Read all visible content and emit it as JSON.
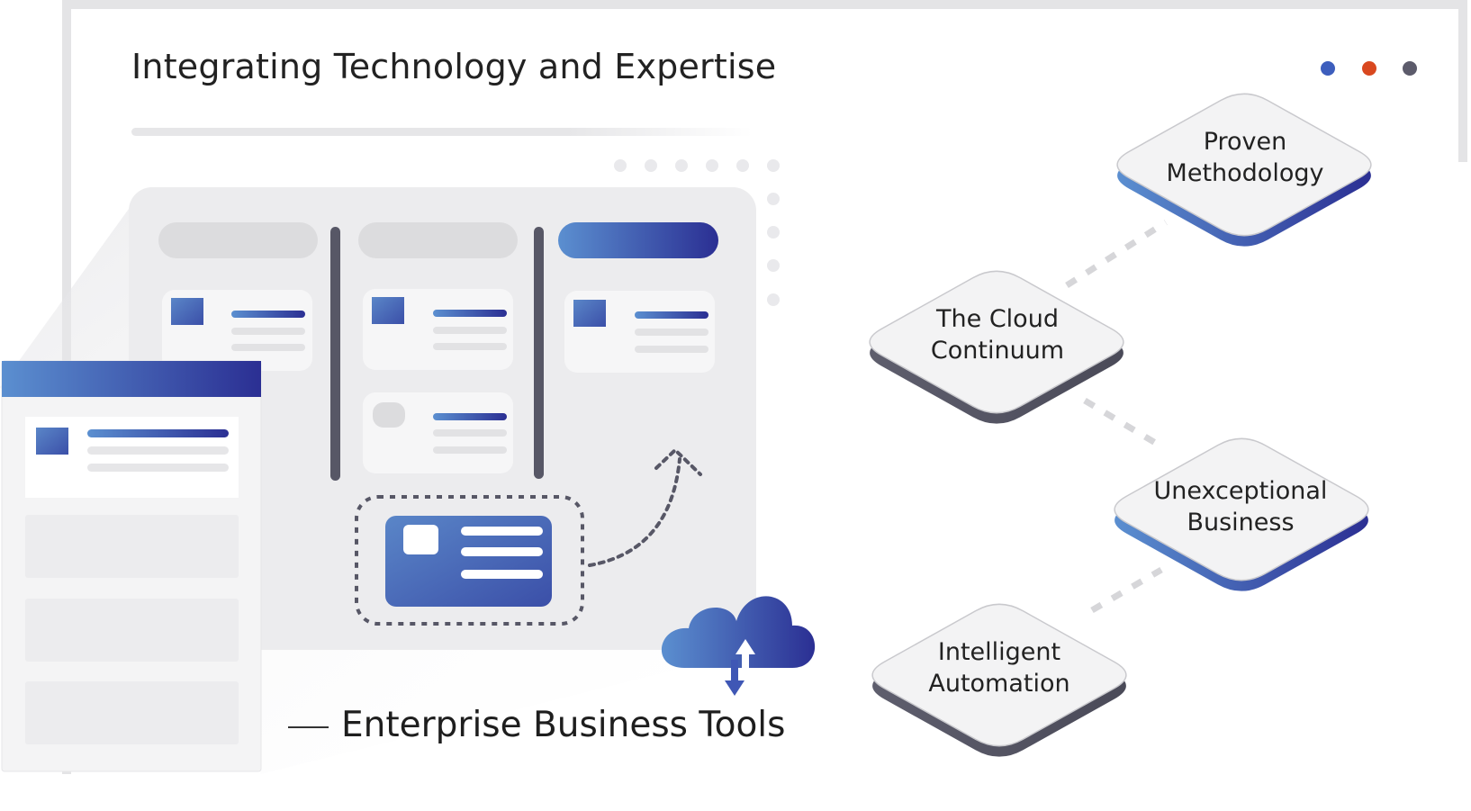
{
  "title": "Integrating Technology and Expertise",
  "window_controls": [
    {
      "name": "blue",
      "color": "#3d5ebd"
    },
    {
      "name": "red",
      "color": "#d9481f"
    },
    {
      "name": "gray",
      "color": "#5c5b6b"
    }
  ],
  "tools_label": "Enterprise Business Tools",
  "nodes": [
    {
      "line1": "Proven",
      "line2": "Methodology"
    },
    {
      "line1": "The Cloud",
      "line2": "Continuum"
    },
    {
      "line1": "Unexceptional",
      "line2": "Business"
    },
    {
      "line1": "Intelligent",
      "line2": "Automation"
    }
  ],
  "colors": {
    "accent_light": "#5b8fd0",
    "accent_dark": "#2b2f93",
    "dark_side": "#575766",
    "panel_gray": "#ececee"
  },
  "icons": [
    "cloud-sync-icon",
    "dashed-arrow-icon"
  ]
}
